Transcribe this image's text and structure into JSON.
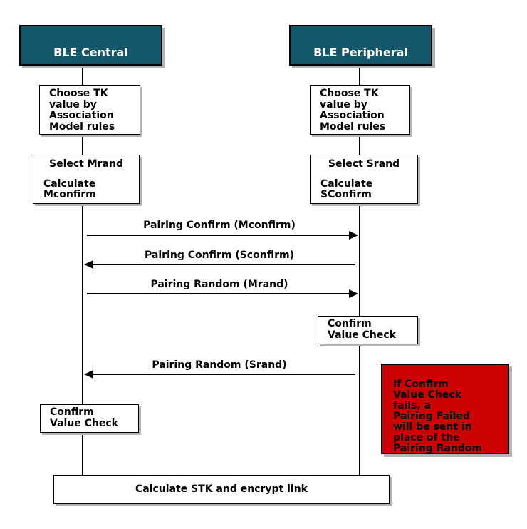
{
  "diagram": {
    "type": "ble-pairing-sequence",
    "colors": {
      "actor_fill": "#15576a",
      "actor_text": "#ffffff",
      "note_fill": "#cc0000",
      "box_fill": "#ffffff",
      "line": "#000000",
      "shadow": "#b4b4b4"
    },
    "actors": {
      "central": {
        "label": "BLE Central"
      },
      "peripheral": {
        "label": "BLE Peripheral"
      }
    },
    "steps": {
      "central_choose_tk": "Choose TK\nvalue by\nAssociation\nModel rules",
      "peripheral_choose_tk": "Choose TK\nvalue by\nAssociation\nModel rules",
      "central_select_title": "Select Mrand",
      "central_select_body": "Calculate\nMconfirm",
      "peripheral_select_title": "Select Srand",
      "peripheral_select_body": "Calculate\nSConfirm",
      "peripheral_confirm_check": "Confirm\nValue Check",
      "central_confirm_check": "Confirm\nValue Check",
      "final": "Calculate STK and encrypt link"
    },
    "messages": [
      {
        "label": "Pairing Confirm (Mconfirm)",
        "from": "central",
        "to": "peripheral",
        "direction": "right"
      },
      {
        "label": "Pairing Confirm (Sconfirm)",
        "from": "peripheral",
        "to": "central",
        "direction": "left"
      },
      {
        "label": "Pairing Random (Mrand)",
        "from": "central",
        "to": "peripheral",
        "direction": "right"
      },
      {
        "label": "Pairing Random (Srand)",
        "from": "peripheral",
        "to": "central",
        "direction": "left"
      }
    ],
    "note": "If Confirm\nValue Check\nfails, a\nPairing Failed\nwill be sent in\nplace of the\nPairing Random"
  }
}
